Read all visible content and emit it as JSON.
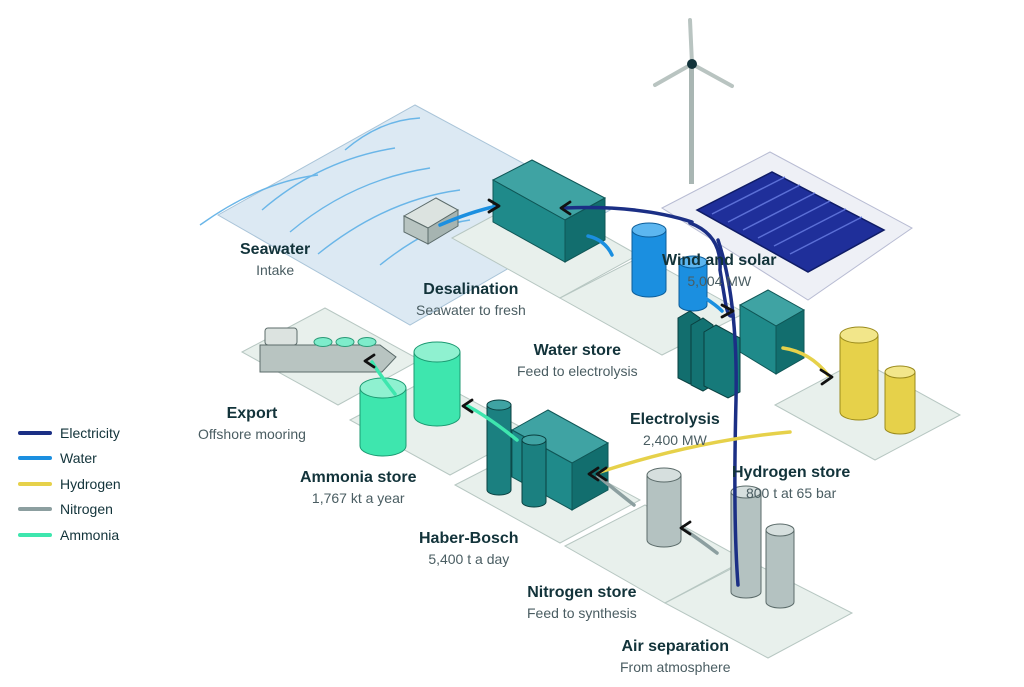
{
  "colors": {
    "electricity": "#1b2f85",
    "water": "#1b8fe0",
    "hydrogen": "#e6d14a",
    "nitrogen": "#8c9fa0",
    "ammonia": "#3ee6ae",
    "pad": "#e8f0ec",
    "plant": "#1f8a8a"
  },
  "legend": {
    "items": [
      {
        "label": "Electricity",
        "color": "#1b2f85"
      },
      {
        "label": "Water",
        "color": "#1b8fe0"
      },
      {
        "label": "Hydrogen",
        "color": "#e6d14a"
      },
      {
        "label": "Nitrogen",
        "color": "#8c9fa0"
      },
      {
        "label": "Ammonia",
        "color": "#3ee6ae"
      }
    ]
  },
  "stages": {
    "seawater": {
      "title": "Seawater",
      "sub": "Intake"
    },
    "desalination": {
      "title": "Desalination",
      "sub": "Seawater to fresh"
    },
    "wind_solar": {
      "title": "Wind and solar",
      "sub": "5,004 MW"
    },
    "water_store": {
      "title": "Water store",
      "sub": "Feed to electrolysis"
    },
    "export": {
      "title": "Export",
      "sub": "Offshore mooring"
    },
    "electrolysis": {
      "title": "Electrolysis",
      "sub": "2,400 MW"
    },
    "ammonia_store": {
      "title": "Ammonia store",
      "sub": "1,767 kt a year"
    },
    "hydrogen_store": {
      "title": "Hydrogen store",
      "sub": "800 t at 65 bar"
    },
    "haber_bosch": {
      "title": "Haber-Bosch",
      "sub": "5,400 t a day"
    },
    "nitrogen_store": {
      "title": "Nitrogen store",
      "sub": "Feed to synthesis"
    },
    "air_separation": {
      "title": "Air separation",
      "sub": "From atmosphere"
    }
  }
}
